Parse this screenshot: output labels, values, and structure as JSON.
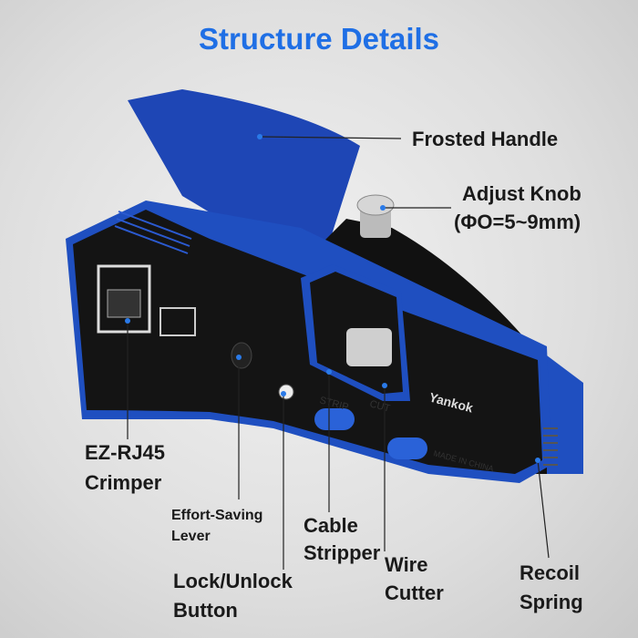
{
  "title": "Structure Details",
  "labels": {
    "frosted_handle": "Frosted Handle",
    "adjust_knob": "Adjust Knob",
    "adjust_knob_range": "(ΦO=5~9mm)",
    "crimper_line1": "EZ-RJ45",
    "crimper_line2": "Crimper",
    "lever_line1": "Effort-Saving",
    "lever_line2": "Lever",
    "stripper_line1": "Cable",
    "stripper_line2": "Stripper",
    "cutter_line1": "Wire",
    "cutter_line2": "Cutter",
    "lock_line1": "Lock/Unlock",
    "lock_line2": "Button",
    "spring_line1": "Recoil",
    "spring_line2": "Spring"
  },
  "tool_markings": {
    "brand": "Yankok",
    "strip": "STRIP",
    "cut": "CUT",
    "origin": "MADE IN CHINA"
  },
  "colors": {
    "accent": "#1f6fe5",
    "tool_blue": "#1f4fc0",
    "tool_black": "#141414"
  }
}
